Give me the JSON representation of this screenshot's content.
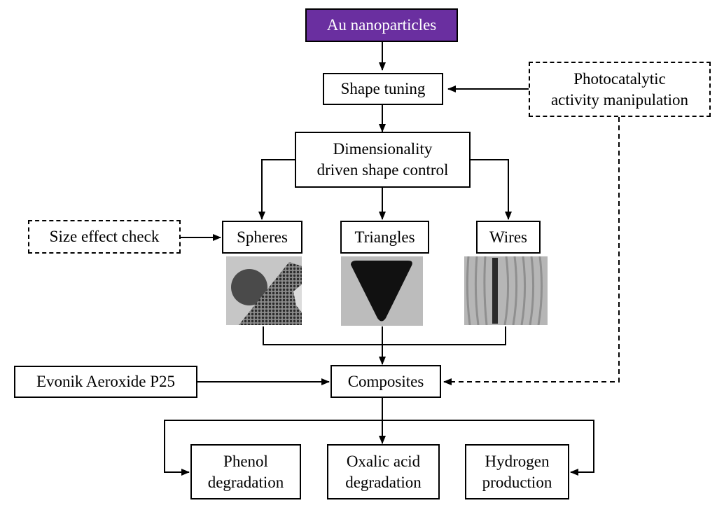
{
  "nodes": {
    "au_nanoparticles": "Au nanoparticles",
    "shape_tuning": "Shape tuning",
    "photocatalytic": [
      "Photocatalytic",
      "activity manipulation"
    ],
    "dimensionality": [
      "Dimensionality",
      "driven shape control"
    ],
    "size_effect": "Size effect check",
    "spheres": "Spheres",
    "triangles": "Triangles",
    "wires": "Wires",
    "evonik": "Evonik Aeroxide P25",
    "composites": "Composites",
    "phenol": [
      "Phenol",
      "degradation"
    ],
    "oxalic": [
      "Oxalic acid",
      "degradation"
    ],
    "hydrogen": [
      "Hydrogen",
      "production"
    ]
  },
  "colors": {
    "title_fill": "#6a2fa0",
    "line": "#000000"
  },
  "images": {
    "spheres": "tem-spheres",
    "triangles": "tem-triangle",
    "wires": "tem-wires"
  }
}
